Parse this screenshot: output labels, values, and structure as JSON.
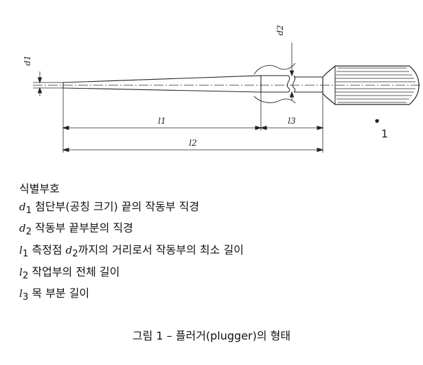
{
  "diagram": {
    "dimension_labels": {
      "d1": "d1",
      "d2": "d2",
      "l1": "l1",
      "l2": "l2",
      "l3": "l3"
    },
    "callout": "1"
  },
  "legend": {
    "title": "식별부호",
    "items": [
      {
        "symbol": "d",
        "sub": "1",
        "text": " 첨단부(공칭 크기) 끝의 작동부 직경"
      },
      {
        "symbol": "d",
        "sub": "2",
        "text": " 작동부 끝부분의 직경"
      },
      {
        "symbol": "l",
        "sub": "1",
        "text": " 측정점 ",
        "symbol2": "d",
        "sub2": "2",
        "text2": "까지의 거리로서 작동부의 최소 길이"
      },
      {
        "symbol": "l",
        "sub": "2",
        "text": " 작업부의 전체 길이"
      },
      {
        "symbol": "l",
        "sub": "3",
        "text": " 목 부분 길이"
      }
    ]
  },
  "caption": "그림 1 – 플러거(plugger)의 형태"
}
